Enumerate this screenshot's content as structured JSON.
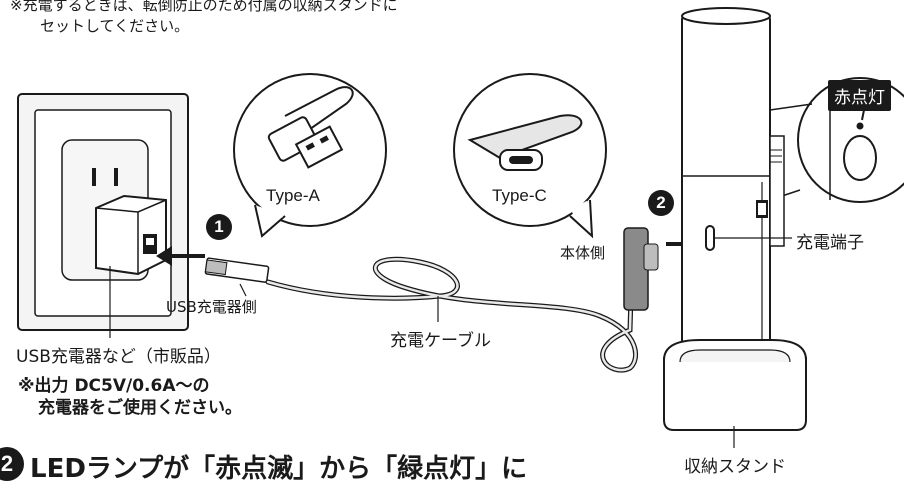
{
  "note": {
    "line1": "※充電するときは、転倒防止のため付属の収納スタンドに",
    "line2": "セットしてください。"
  },
  "callouts": {
    "type_a": "Type-A",
    "type_c": "Type-C",
    "red_light": "赤点灯"
  },
  "steps": {
    "step1": "1",
    "step2": "2",
    "step3": "2"
  },
  "labels": {
    "usb_charger_side": "USB充電器側",
    "charge_cable": "充電ケーブル",
    "body_side": "本体側",
    "charge_terminal": "充電端子",
    "storage_stand": "収納スタンド",
    "usb_charger": "USB充電器など（市販品）",
    "output_note_1": "※出力 DC5V/0.6A～の",
    "output_note_2": "充電器をご使用ください。"
  },
  "bottom_heading": "LEDランプが「赤点滅」から「緑点灯」に",
  "colors": {
    "ink": "#1a1a1a",
    "wall": "#f2f2f2",
    "stand": "#ffffff"
  }
}
